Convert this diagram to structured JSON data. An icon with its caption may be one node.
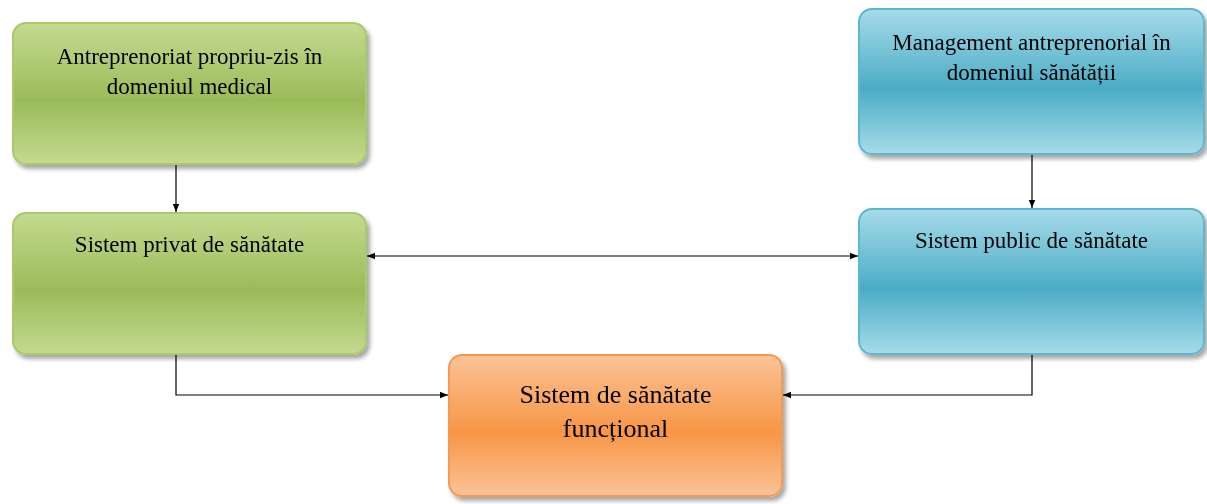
{
  "diagram": {
    "nodes": [
      {
        "text": [
          "Antreprenoriat propriu-zis în domeniul medical"
        ]
      },
      {
        "text": [
          "Management antreprenorial în domeniul sănătății"
        ]
      },
      {
        "text": [
          "Sistem privat de sănătate"
        ]
      },
      {
        "text": [
          "Sistem public de sănătate"
        ]
      },
      {
        "text": [
          "Sistem de sănătate funcțional"
        ]
      }
    ],
    "edges": [
      {
        "from": 0,
        "to": 2,
        "arrow": "to"
      },
      {
        "from": 1,
        "to": 3,
        "arrow": "to"
      },
      {
        "from": 2,
        "to": 3,
        "arrow": "both"
      },
      {
        "from": 2,
        "to": 4,
        "arrow": "to"
      },
      {
        "from": 3,
        "to": 4,
        "arrow": "to"
      }
    ]
  }
}
